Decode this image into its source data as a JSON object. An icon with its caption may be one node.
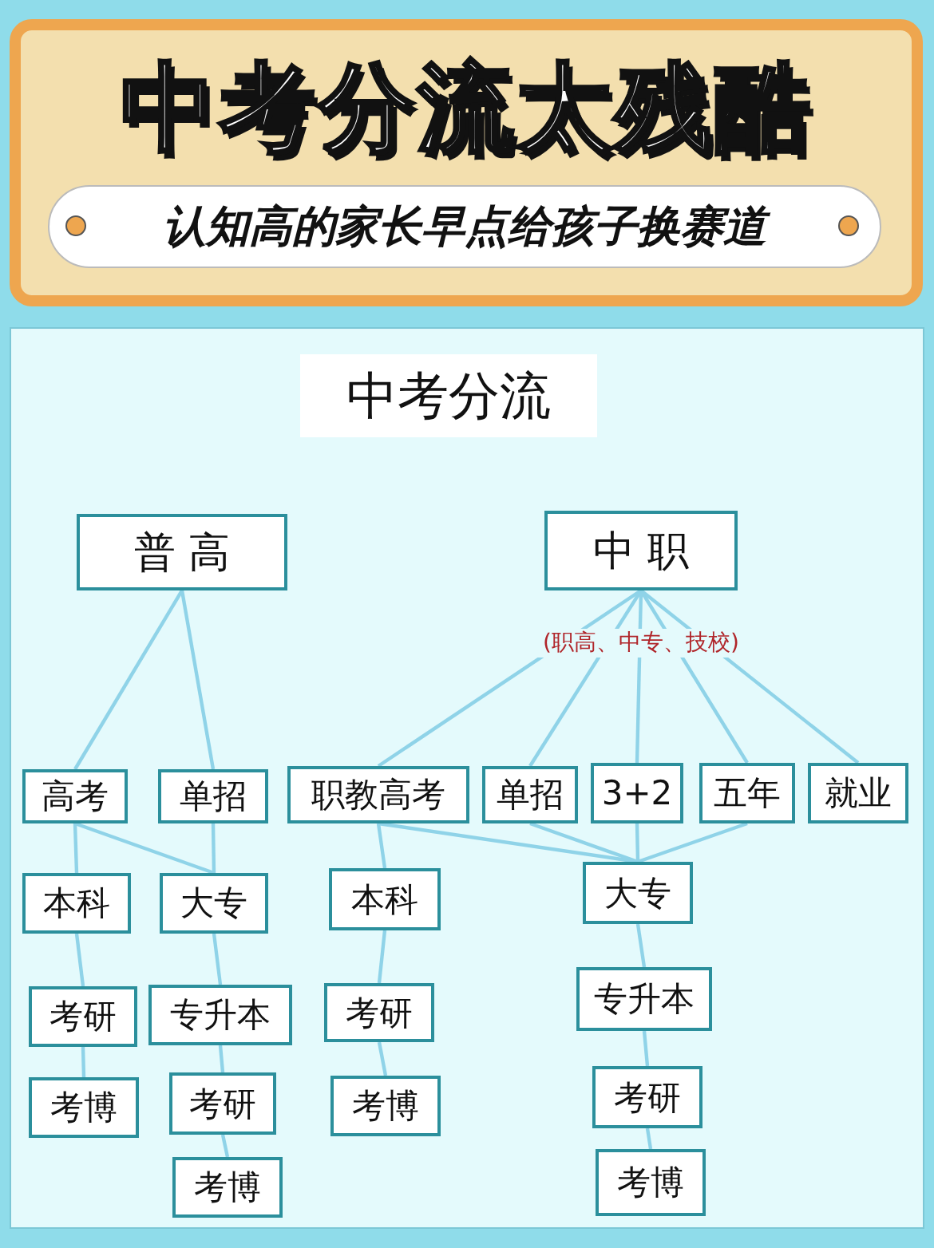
{
  "diagram": {
    "title": "中考分流太残酷",
    "nodes": [
      {
        "text": [
          "普 高"
        ]
      },
      {
        "text": [
          "中 职"
        ],
        "beside": [
          "(职高、中专、技校)"
        ]
      },
      {
        "text": [
          "高考"
        ]
      },
      {
        "text": [
          "单招"
        ]
      },
      {
        "text": [
          "职教高考"
        ]
      },
      {
        "text": [
          "单招"
        ]
      },
      {
        "text": [
          "3+2"
        ]
      },
      {
        "text": [
          "五年"
        ]
      },
      {
        "text": [
          "就业"
        ]
      },
      {
        "text": [
          "本科"
        ]
      },
      {
        "text": [
          "大专"
        ]
      },
      {
        "text": [
          "本科"
        ]
      },
      {
        "text": [
          "大专"
        ]
      },
      {
        "text": [
          "考研"
        ]
      },
      {
        "text": [
          "专升本"
        ]
      },
      {
        "text": [
          "考研"
        ]
      },
      {
        "text": [
          "专升本"
        ]
      },
      {
        "text": [
          "考博"
        ]
      },
      {
        "text": [
          "考研"
        ]
      },
      {
        "text": [
          "考博"
        ]
      },
      {
        "text": [
          "考研"
        ]
      },
      {
        "text": [
          "考博"
        ]
      },
      {
        "text": [
          "考博"
        ]
      }
    ],
    "edges": [
      {
        "from": 0,
        "to": 2,
        "arrow": "none"
      },
      {
        "from": 0,
        "to": 3,
        "arrow": "none"
      },
      {
        "from": 1,
        "to": 4,
        "arrow": "none"
      },
      {
        "from": 1,
        "to": 5,
        "arrow": "none"
      },
      {
        "from": 1,
        "to": 6,
        "arrow": "none"
      },
      {
        "from": 1,
        "to": 7,
        "arrow": "none"
      },
      {
        "from": 1,
        "to": 8,
        "arrow": "none"
      },
      {
        "from": 2,
        "to": 9,
        "arrow": "none"
      },
      {
        "from": 2,
        "to": 10,
        "arrow": "none"
      },
      {
        "from": 3,
        "to": 10,
        "arrow": "none"
      },
      {
        "from": 4,
        "to": 11,
        "arrow": "none"
      },
      {
        "from": 4,
        "to": 12,
        "arrow": "none"
      },
      {
        "from": 5,
        "to": 12,
        "arrow": "none"
      },
      {
        "from": 6,
        "to": 12,
        "arrow": "none"
      },
      {
        "from": 7,
        "to": 12,
        "arrow": "none"
      },
      {
        "from": 9,
        "to": 13,
        "arrow": "none"
      },
      {
        "from": 13,
        "to": 17,
        "arrow": "none"
      },
      {
        "from": 10,
        "to": 14,
        "arrow": "none"
      },
      {
        "from": 14,
        "to": 18,
        "arrow": "none"
      },
      {
        "from": 18,
        "to": 21,
        "arrow": "none"
      },
      {
        "from": 11,
        "to": 15,
        "arrow": "none"
      },
      {
        "from": 15,
        "to": 19,
        "arrow": "none"
      },
      {
        "from": 12,
        "to": 16,
        "arrow": "none"
      },
      {
        "from": 16,
        "to": 20,
        "arrow": "none"
      },
      {
        "from": 20,
        "to": 22,
        "arrow": "none"
      }
    ],
    "labels": [
      "认知高的家长早点给孩子换赛道",
      "中考分流"
    ]
  }
}
